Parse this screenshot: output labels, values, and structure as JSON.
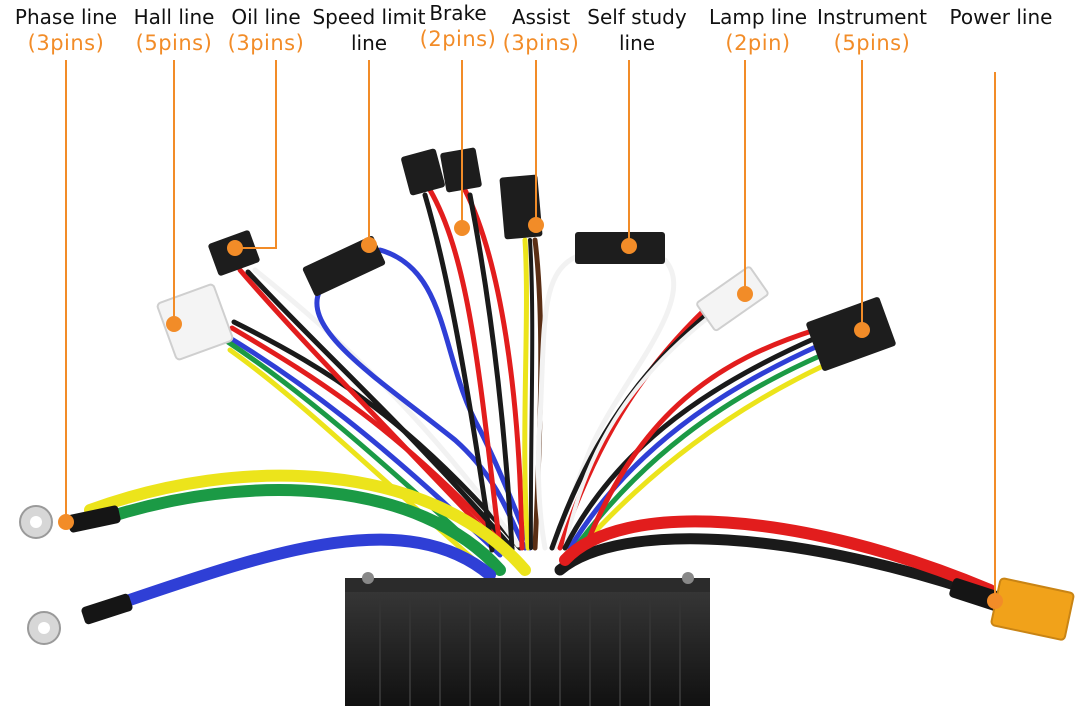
{
  "accent": "#f28c28",
  "wire_colors": {
    "red": "#e21d1d",
    "yellow": "#ece41b",
    "green": "#1b9a45",
    "blue": "#2f3fd6",
    "black": "#1a1a1a",
    "white": "#f2f2f2",
    "brown": "#5a2e14"
  },
  "labels": [
    {
      "id": "phase",
      "title": "Phase line",
      "pins": "(3pins)"
    },
    {
      "id": "hall",
      "title": "Hall line",
      "pins": "(5pins)"
    },
    {
      "id": "oil",
      "title": "Oil line",
      "pins": "(3pins)"
    },
    {
      "id": "speed",
      "title": "Speed limit",
      "title2": "line"
    },
    {
      "id": "brake",
      "title": "Brake",
      "pins": "(2pins)"
    },
    {
      "id": "assist",
      "title": "Assist",
      "pins": "(3pins)"
    },
    {
      "id": "selfstudy",
      "title": "Self study",
      "title2": "line"
    },
    {
      "id": "lamp",
      "title": "Lamp line",
      "pins": "(2pin)"
    },
    {
      "id": "instrument",
      "title": "Instrument",
      "pins": "(5pins)"
    },
    {
      "id": "power",
      "title": "Power line"
    }
  ]
}
